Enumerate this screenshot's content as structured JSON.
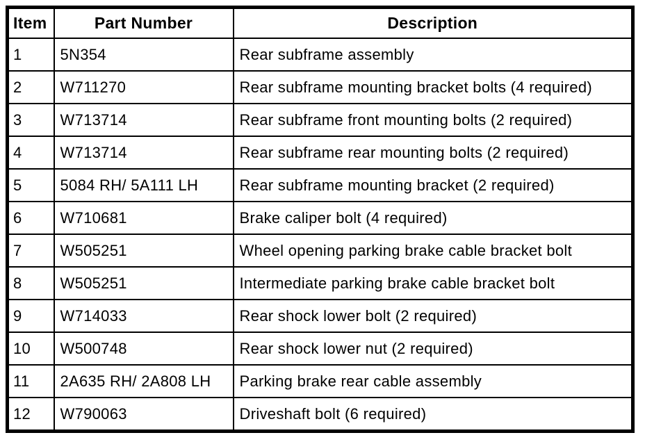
{
  "page": {
    "background_color": "#ffffff",
    "line_color": "#000000"
  },
  "table": {
    "columns": [
      "Item",
      "Part Number",
      "Description"
    ],
    "rows": [
      {
        "item": "1",
        "part": "5N354",
        "desc": "Rear subframe assembly"
      },
      {
        "item": "2",
        "part": "W711270",
        "desc": "Rear subframe mounting bracket bolts (4 required)"
      },
      {
        "item": "3",
        "part": "W713714",
        "desc": "Rear subframe front mounting bolts (2 required)"
      },
      {
        "item": "4",
        "part": "W713714",
        "desc": "Rear subframe rear mounting bolts (2 required)"
      },
      {
        "item": "5",
        "part": "5084 RH/ 5A111 LH",
        "desc": "Rear subframe mounting bracket (2 required)"
      },
      {
        "item": "6",
        "part": "W710681",
        "desc": "Brake caliper bolt (4 required)"
      },
      {
        "item": "7",
        "part": "W505251",
        "desc": "Wheel opening parking brake cable bracket bolt"
      },
      {
        "item": "8",
        "part": "W505251",
        "desc": "Intermediate parking brake cable bracket bolt"
      },
      {
        "item": "9",
        "part": "W714033",
        "desc": "Rear shock lower bolt (2 required)"
      },
      {
        "item": "10",
        "part": "W500748",
        "desc": "Rear shock lower nut (2 required)"
      },
      {
        "item": "11",
        "part": "2A635 RH/ 2A808 LH",
        "desc": "Parking brake rear cable assembly"
      },
      {
        "item": "12",
        "part": "W790063",
        "desc": "Driveshaft bolt (6 required)"
      }
    ]
  }
}
